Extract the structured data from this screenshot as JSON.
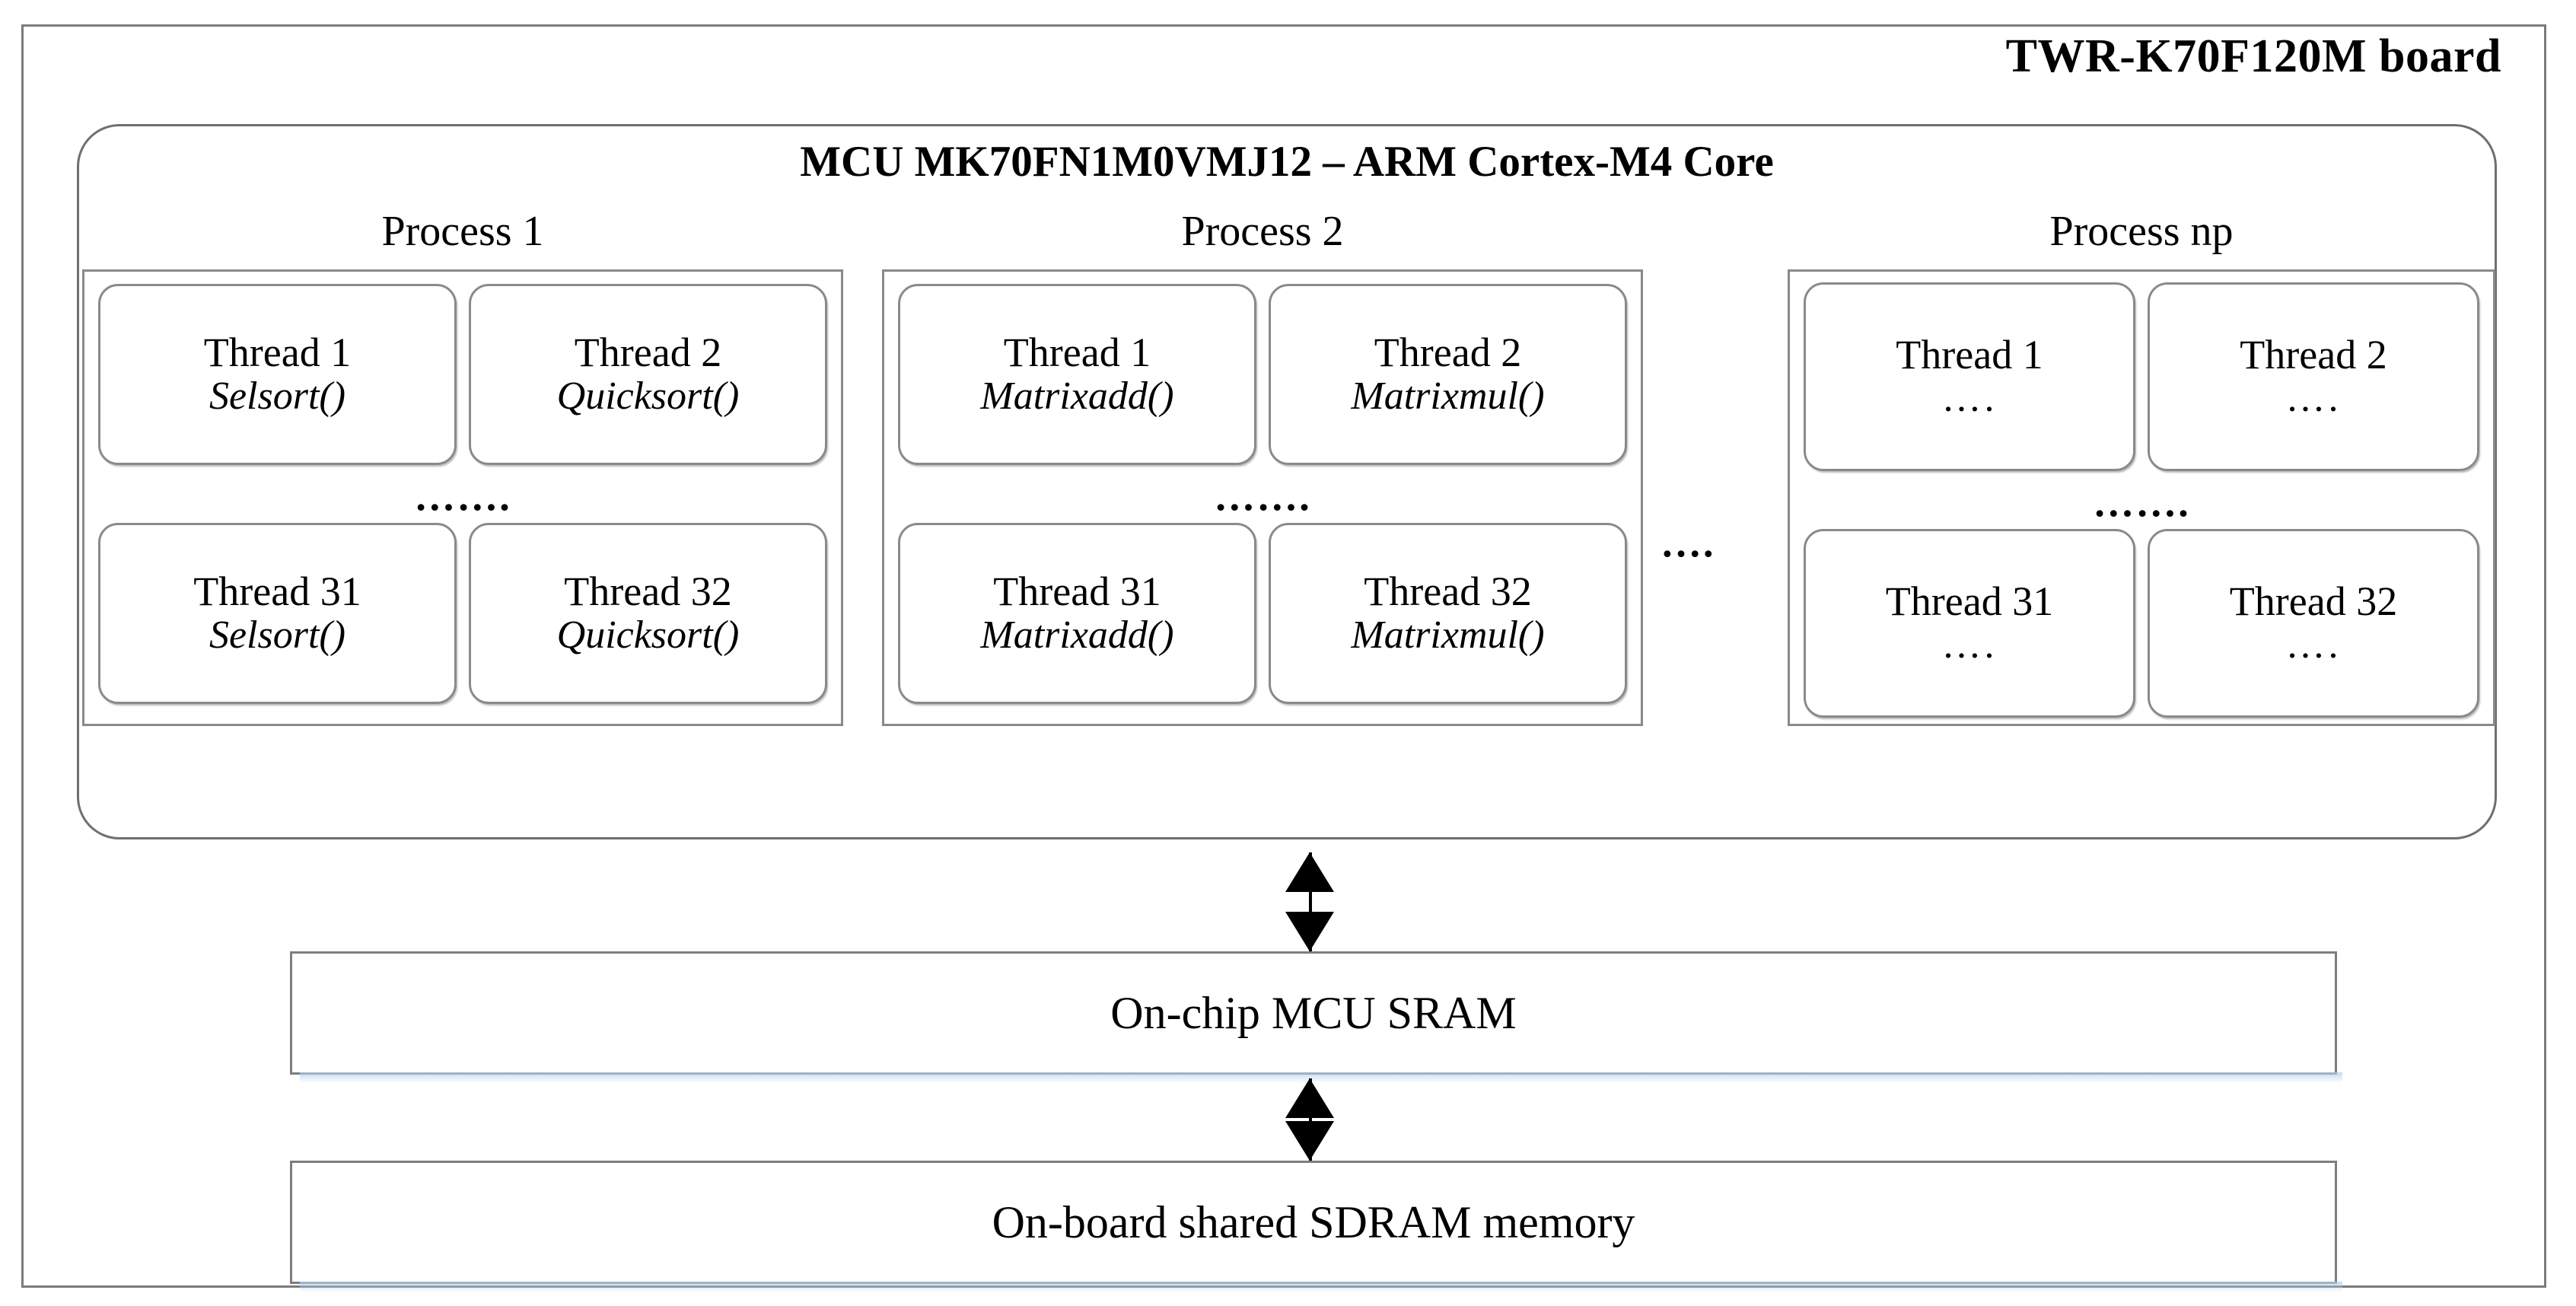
{
  "board": {
    "title": "TWR-K70F120M board"
  },
  "mcu": {
    "title": "MCU MK70FN1M0VMJ12 – ARM Cortex-M4 Core",
    "column_ellipsis": "….",
    "processes": [
      {
        "label": "Process 1",
        "row_ellipsis": "…….",
        "threads_top": [
          {
            "name": "Thread 1",
            "func": "Selsort()"
          },
          {
            "name": "Thread 2",
            "func": "Quicksort()"
          }
        ],
        "threads_bottom": [
          {
            "name": "Thread 31",
            "func": "Selsort()"
          },
          {
            "name": "Thread 32",
            "func": "Quicksort()"
          }
        ]
      },
      {
        "label": "Process 2",
        "row_ellipsis": "…….",
        "threads_top": [
          {
            "name": "Thread 1",
            "func": "Matrixadd()"
          },
          {
            "name": "Thread 2",
            "func": "Matrixmul()"
          }
        ],
        "threads_bottom": [
          {
            "name": "Thread 31",
            "func": "Matrixadd()"
          },
          {
            "name": "Thread 32",
            "func": "Matrixmul()"
          }
        ]
      },
      {
        "label": "Process np",
        "row_ellipsis": "…….",
        "threads_top": [
          {
            "name": "Thread 1",
            "func": "…."
          },
          {
            "name": "Thread 2",
            "func": "…."
          }
        ],
        "threads_bottom": [
          {
            "name": "Thread 31",
            "func": "…."
          },
          {
            "name": "Thread 32",
            "func": "…."
          }
        ]
      }
    ]
  },
  "memory": {
    "sram_label": "On-chip MCU SRAM",
    "sdram_label": "On-board shared SDRAM memory"
  },
  "colors": {
    "frame": "#7b7b7b",
    "box_border": "#8a8a8a",
    "shadow_blue": "#afcdeb",
    "text": "#000000",
    "background": "#ffffff"
  }
}
